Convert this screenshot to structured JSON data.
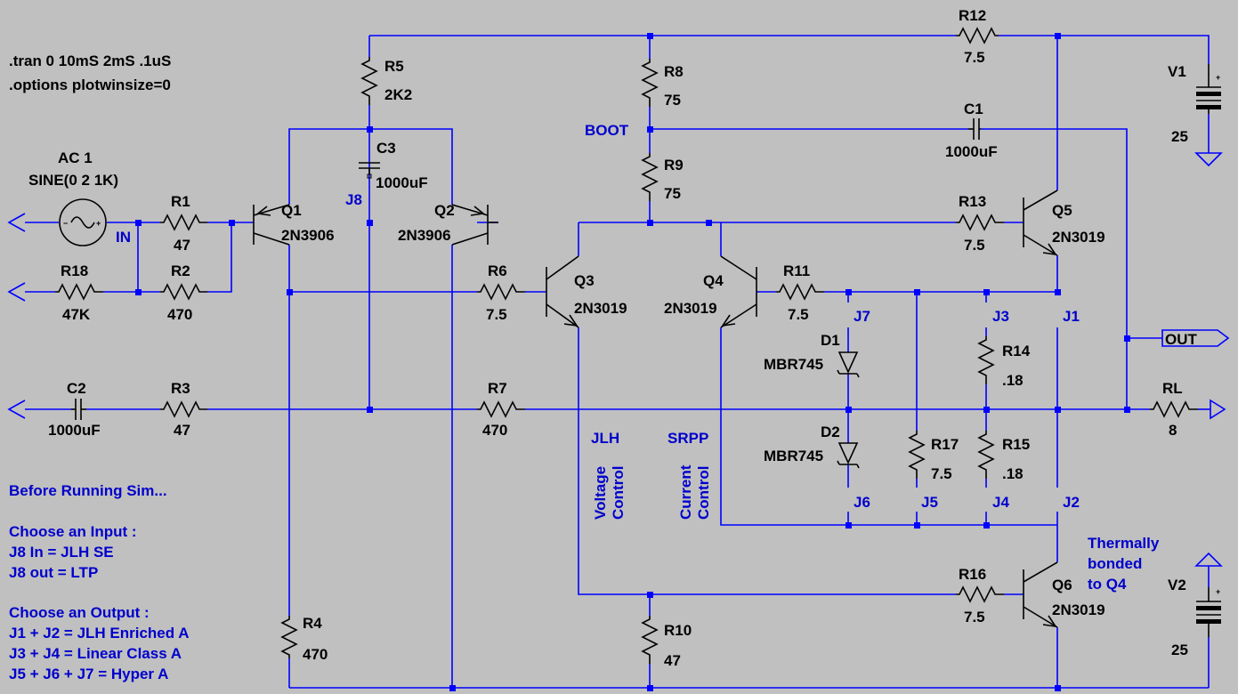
{
  "directives": {
    "tran": ".tran 0 10mS 2mS .1uS",
    "options": ".options plotwinsize=0"
  },
  "source": {
    "ref": "AC 1",
    "value": "SINE(0 2 1K)"
  },
  "nets": {
    "in": "IN",
    "boot": "BOOT",
    "out": "OUT"
  },
  "resistors": {
    "r1": {
      "ref": "R1",
      "value": "47"
    },
    "r2": {
      "ref": "R2",
      "value": "470"
    },
    "r3": {
      "ref": "R3",
      "value": "47"
    },
    "r4": {
      "ref": "R4",
      "value": "470"
    },
    "r5": {
      "ref": "R5",
      "value": "2K2"
    },
    "r6": {
      "ref": "R6",
      "value": "7.5"
    },
    "r7": {
      "ref": "R7",
      "value": "470"
    },
    "r8": {
      "ref": "R8",
      "value": "75"
    },
    "r9": {
      "ref": "R9",
      "value": "75"
    },
    "r10": {
      "ref": "R10",
      "value": "47"
    },
    "r11": {
      "ref": "R11",
      "value": "7.5"
    },
    "r12": {
      "ref": "R12",
      "value": "7.5"
    },
    "r13": {
      "ref": "R13",
      "value": "7.5"
    },
    "r14": {
      "ref": "R14",
      "value": ".18"
    },
    "r15": {
      "ref": "R15",
      "value": ".18"
    },
    "r16": {
      "ref": "R16",
      "value": "7.5"
    },
    "r17": {
      "ref": "R17",
      "value": "7.5"
    },
    "r18": {
      "ref": "R18",
      "value": "47K"
    },
    "rl": {
      "ref": "RL",
      "value": "8"
    }
  },
  "capacitors": {
    "c1": {
      "ref": "C1",
      "value": "1000uF"
    },
    "c2": {
      "ref": "C2",
      "value": "1000uF"
    },
    "c3": {
      "ref": "C3",
      "value": "1000uF"
    }
  },
  "transistors": {
    "q1": {
      "ref": "Q1",
      "value": "2N3906"
    },
    "q2": {
      "ref": "Q2",
      "value": "2N3906"
    },
    "q3": {
      "ref": "Q3",
      "value": "2N3019"
    },
    "q4": {
      "ref": "Q4",
      "value": "2N3019"
    },
    "q5": {
      "ref": "Q5",
      "value": "2N3019"
    },
    "q6": {
      "ref": "Q6",
      "value": "2N3019"
    }
  },
  "diodes": {
    "d1": {
      "ref": "D1",
      "value": "MBR745"
    },
    "d2": {
      "ref": "D2",
      "value": "MBR745"
    }
  },
  "supplies": {
    "v1": {
      "ref": "V1",
      "value": "25"
    },
    "v2": {
      "ref": "V2",
      "value": "25"
    }
  },
  "jumpers": {
    "j1": "J1",
    "j2": "J2",
    "j3": "J3",
    "j4": "J4",
    "j5": "J5",
    "j6": "J6",
    "j7": "J7",
    "j8": "J8"
  },
  "side_labels": {
    "jlh": "JLH",
    "srpp": "SRPP",
    "voltage_control_1": "Voltage",
    "voltage_control_2": "Control",
    "current_control_1": "Current",
    "current_control_2": "Control"
  },
  "thermal_note": [
    "Thermally",
    "bonded",
    "to Q4"
  ],
  "instructions": [
    "Before Running Sim...",
    "Choose an Input :",
    "J8 In = JLH SE",
    "J8 out = LTP",
    "Choose an Output :",
    "J1 + J2 = JLH Enriched A",
    "J3 + J4 = Linear Class A",
    "J5 + J6 + J7 = Hyper A"
  ],
  "colors": {
    "background": "#c0c0c0",
    "wire": "#0000ff",
    "device": "#000000",
    "label": "#0000cc"
  }
}
